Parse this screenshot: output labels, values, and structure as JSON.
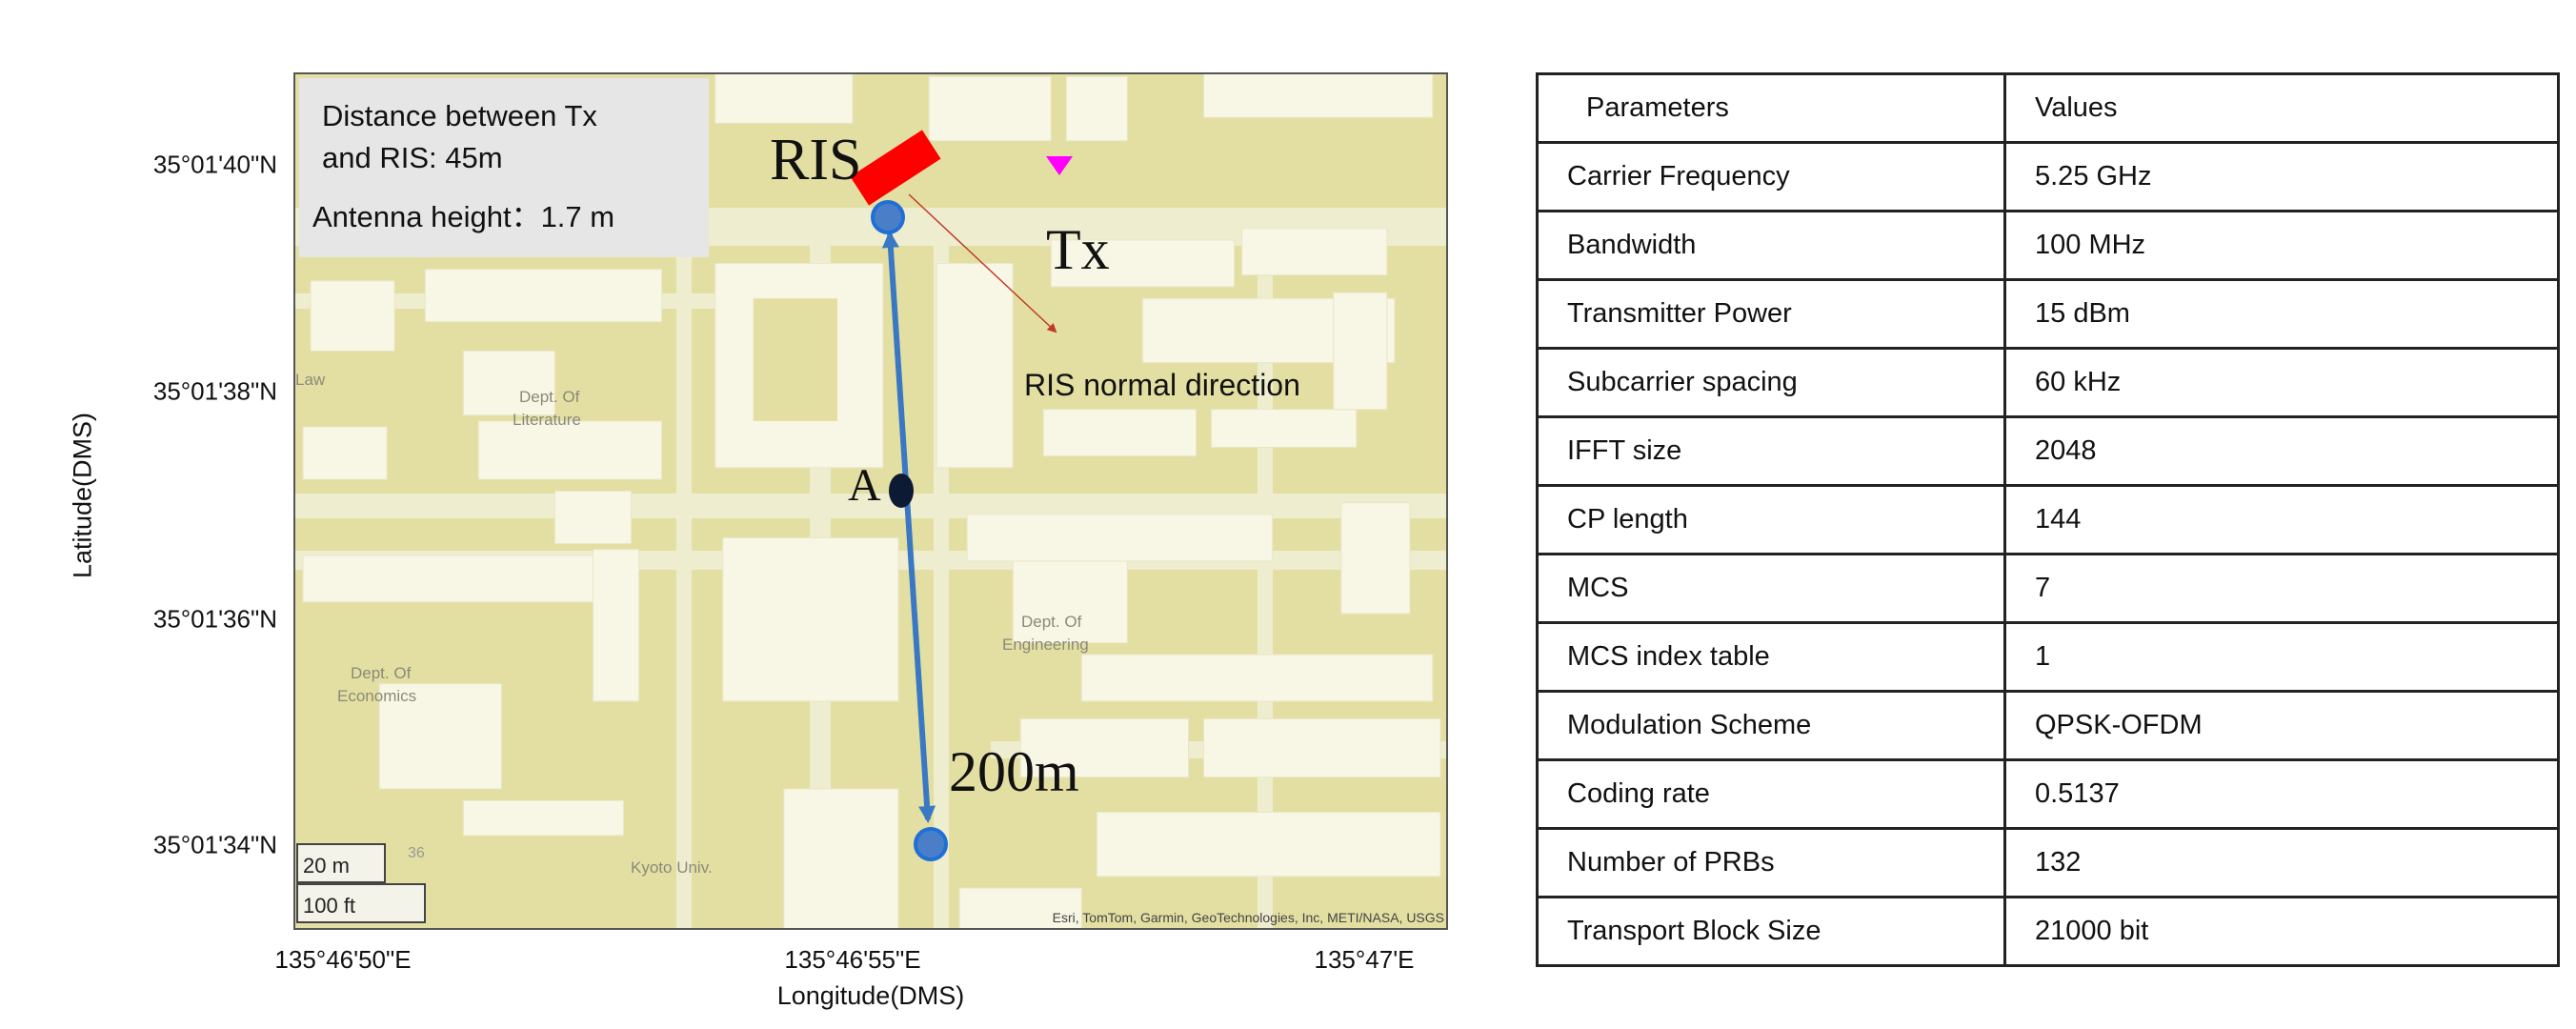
{
  "map": {
    "info_box": {
      "line1": "Distance between Tx",
      "line2": "and RIS: 45m",
      "line3": "Antenna height：1.7 m"
    },
    "labels": {
      "ris": "RIS",
      "tx": "Tx",
      "point_a": "A",
      "distance": "200m",
      "ris_normal": "RIS normal direction"
    },
    "place_labels": {
      "law": "Law",
      "literature_1": "Dept. Of",
      "literature_2": "Literature",
      "engineering_1": "Dept. Of",
      "engineering_2": "Engineering",
      "economics_1": "Dept. Of",
      "economics_2": "Economics",
      "kyoto": "Kyoto Univ.",
      "num": "36"
    },
    "scale_bar": {
      "metric": "20 m",
      "imperial": "100 ft"
    },
    "attribution": "Esri, TomTom, Garmin, GeoTechnologies, Inc, METI/NASA, USGS",
    "y_axis": {
      "label": "Latitude(DMS)",
      "ticks": [
        "35°01'40\"N",
        "35°01'38\"N",
        "35°01'36\"N",
        "35°01'34\"N"
      ]
    },
    "x_axis": {
      "label": "Longitude(DMS)",
      "ticks": [
        "135°46'50\"E",
        "135°46'55\"E",
        "135°47'E"
      ]
    },
    "colors": {
      "ris": "#ff0000",
      "tx": "#ff00ff",
      "route": "#3a78c4",
      "point_a": "#0d1a33",
      "normal_arrow": "#c0392b",
      "land": "#e3dfa2",
      "building": "#f8f6e4"
    }
  },
  "table": {
    "headers": [
      "Parameters",
      "Values"
    ],
    "rows": [
      [
        "Carrier Frequency",
        "5.25 GHz"
      ],
      [
        "Bandwidth",
        "100 MHz"
      ],
      [
        "Transmitter Power",
        "15 dBm"
      ],
      [
        "Subcarrier spacing",
        "60 kHz"
      ],
      [
        "IFFT size",
        "2048"
      ],
      [
        "CP length",
        "144"
      ],
      [
        "MCS",
        "7"
      ],
      [
        "MCS index table",
        "1"
      ],
      [
        "Modulation Scheme",
        "QPSK-OFDM"
      ],
      [
        "Coding rate",
        "0.5137"
      ],
      [
        "Number of PRBs",
        "132"
      ],
      [
        "Transport Block Size",
        "21000 bit"
      ]
    ]
  }
}
